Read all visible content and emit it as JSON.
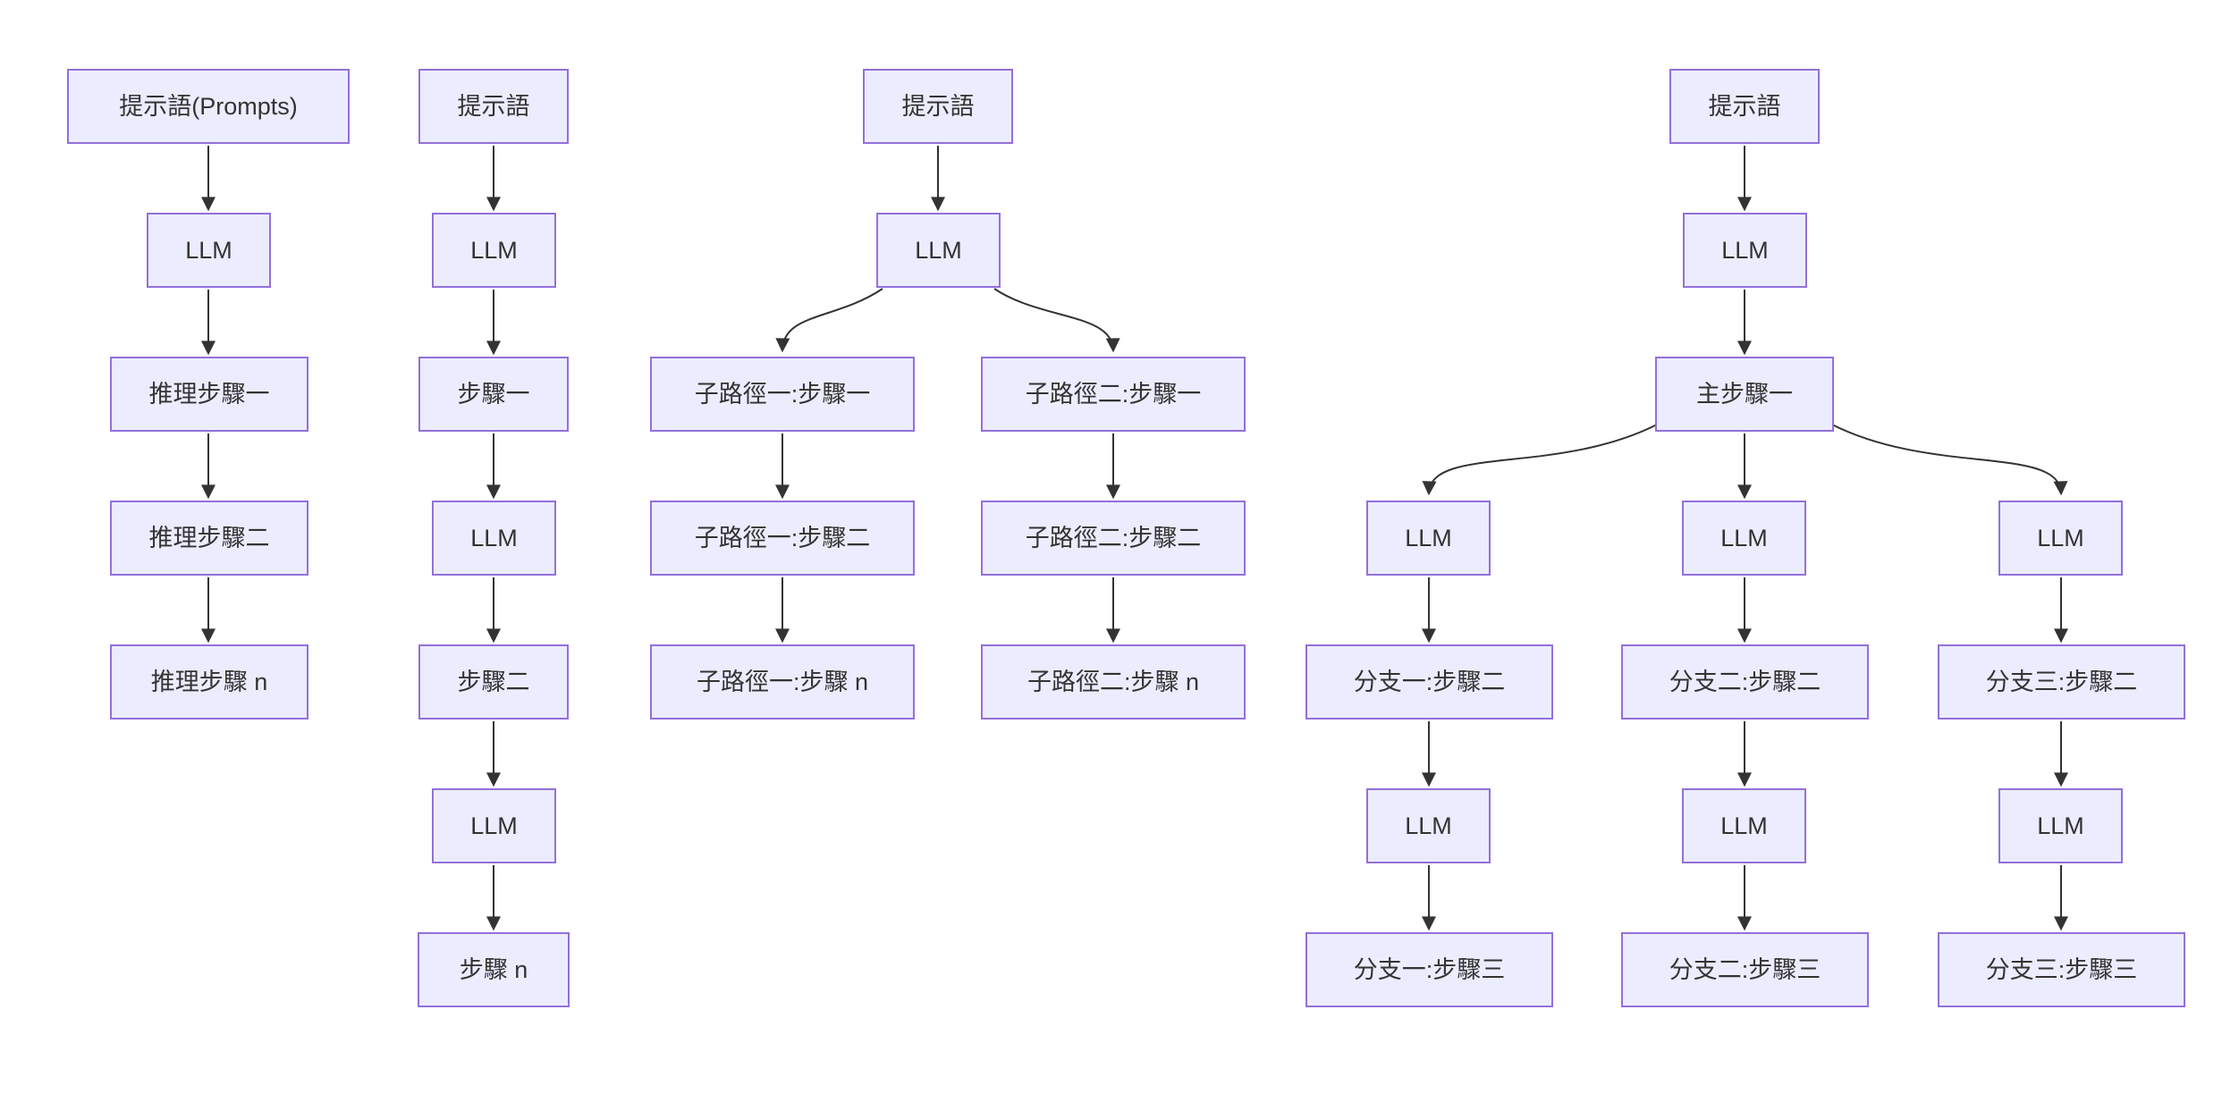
{
  "diagram": {
    "colors": {
      "node_fill": "#ECECFF",
      "node_border": "#9370DB",
      "edge": "#333333",
      "text": "#333333",
      "background": "#ffffff"
    },
    "flows": [
      {
        "id": "flow-1",
        "description": "linear reasoning chain",
        "nodes": {
          "prompt": "提示語(Prompts)",
          "llm": "LLM",
          "step1": "推理步驟一",
          "step2": "推理步驟二",
          "stepn": "推理步驟 n"
        }
      },
      {
        "id": "flow-2",
        "description": "alternating step and LLM chain",
        "nodes": {
          "prompt": "提示語",
          "llm1": "LLM",
          "step1": "步驟一",
          "llm2": "LLM",
          "step2": "步驟二",
          "llm3": "LLM",
          "stepn": "步驟 n"
        }
      },
      {
        "id": "flow-3",
        "description": "two sub-path branches",
        "nodes": {
          "prompt": "提示語",
          "llm": "LLM",
          "a1": "子路徑一:步驟一",
          "a2": "子路徑一:步驟二",
          "an": "子路徑一:步驟 n",
          "b1": "子路徑二:步驟一",
          "b2": "子路徑二:步驟二",
          "bn": "子路徑二:步驟 n"
        }
      },
      {
        "id": "flow-4",
        "description": "main step fanning out to three branches",
        "nodes": {
          "prompt": "提示語",
          "llm": "LLM",
          "main1": "主步驟一",
          "b1_llm1": "LLM",
          "b1_step2": "分支一:步驟二",
          "b1_llm2": "LLM",
          "b1_step3": "分支一:步驟三",
          "b2_llm1": "LLM",
          "b2_step2": "分支二:步驟二",
          "b2_llm2": "LLM",
          "b2_step3": "分支二:步驟三",
          "b3_llm1": "LLM",
          "b3_step2": "分支三:步驟二",
          "b3_llm2": "LLM",
          "b3_step3": "分支三:步驟三"
        }
      }
    ]
  }
}
